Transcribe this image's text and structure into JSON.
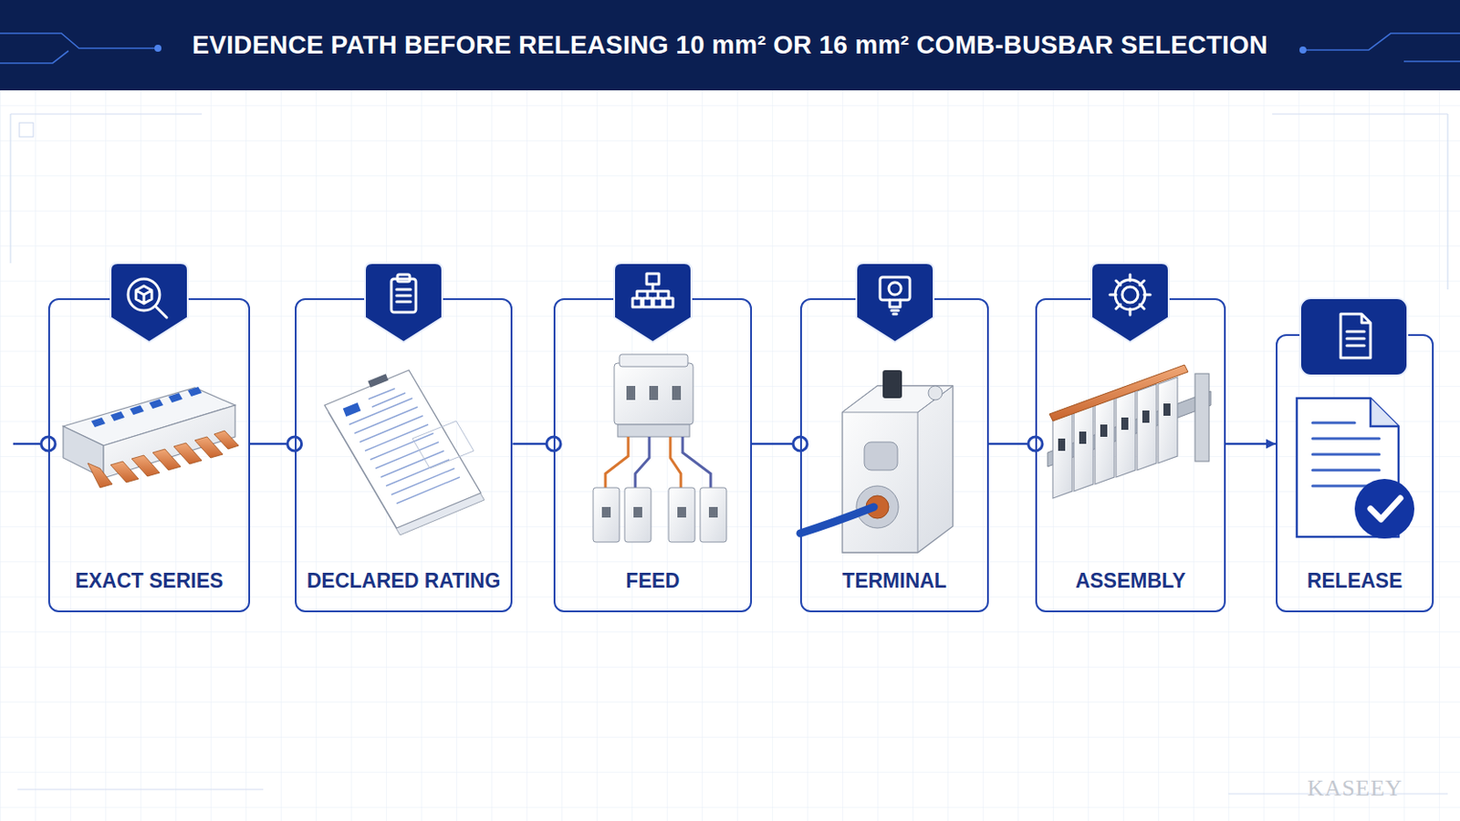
{
  "diagram": {
    "title": "EVIDENCE PATH BEFORE RELEASING 10 mm² OR 16 mm² COMB-BUSBAR SELECTION",
    "nodes": [
      {
        "text": [
          "EXACT SERIES"
        ]
      },
      {
        "text": [
          "DECLARED RATING"
        ]
      },
      {
        "text": [
          "FEED"
        ]
      },
      {
        "text": [
          "TERMINAL"
        ]
      },
      {
        "text": [
          "ASSEMBLY"
        ]
      },
      {
        "text": [
          "RELEASE"
        ]
      }
    ],
    "edges": [
      {
        "from": 0,
        "to": 1,
        "arrow": "none"
      },
      {
        "from": 1,
        "to": 2,
        "arrow": "none"
      },
      {
        "from": 2,
        "to": 3,
        "arrow": "none"
      },
      {
        "from": 3,
        "to": 4,
        "arrow": "none"
      },
      {
        "from": 4,
        "to": 5,
        "arrow": "to"
      }
    ],
    "labels": [
      "KASEEY"
    ]
  }
}
